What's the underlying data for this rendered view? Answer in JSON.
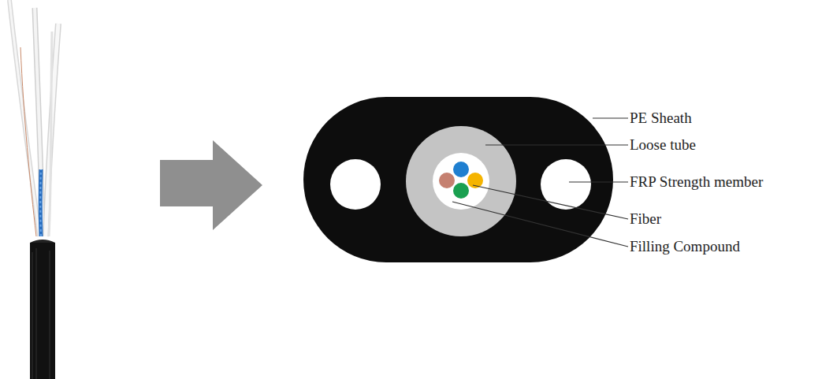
{
  "diagram": {
    "labels": [
      "PE Sheath",
      "Loose tube",
      "FRP Strength member",
      "Fiber",
      "Filling Compound"
    ]
  }
}
